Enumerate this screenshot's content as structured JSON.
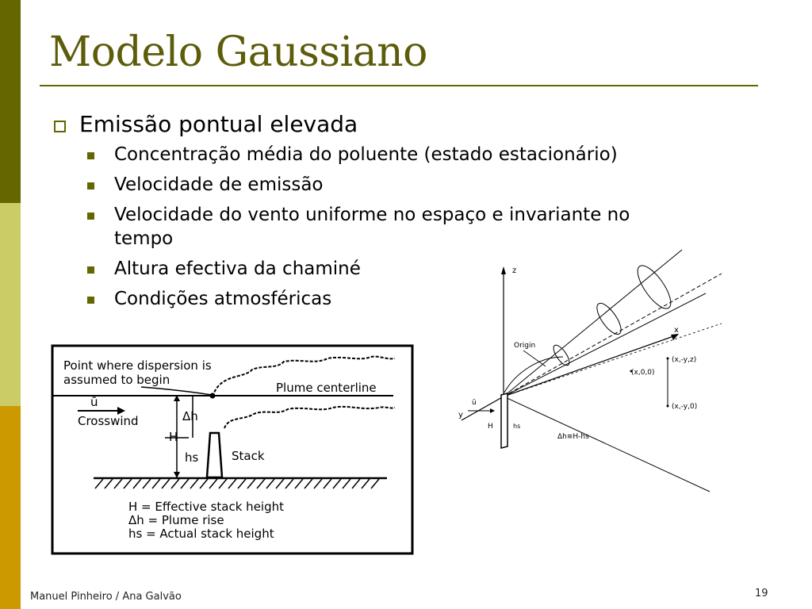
{
  "slide": {
    "title": "Modelo Gaussiano",
    "bullet_main": "Emissão pontual elevada",
    "sub_bullets": [
      "Concentração média do poluente (estado estacionário)",
      "Velocidade de emissão",
      "Velocidade do vento uniforme no espaço e invariante no",
      "tempo",
      "Altura efectiva da chaminé",
      "Condições atmosféricas"
    ],
    "footer": "Manuel Pinheiro / Ana Galvão",
    "page_number": "19"
  },
  "figure_left": {
    "note_line1": "Point where dispersion is",
    "note_line2": "assumed to begin",
    "wind_symbol": "ū",
    "wind_label": "Crosswind",
    "plume_label": "Plume centerline",
    "stack_label": "Stack",
    "dh_label": "Δh",
    "h_label": "H",
    "hs_label": "hs",
    "legend_1": "H  = Effective stack height",
    "legend_2": "Δh = Plume rise",
    "legend_3": "hs = Actual stack height"
  },
  "figure_right": {
    "z_label": "z",
    "x_label": "x",
    "y_label": "y",
    "origin_label": "Origin",
    "point_1": "(x,-y,z)",
    "point_2": "(x,0,0)",
    "point_3": "(x,-y,0)",
    "wind_symbol": "ū",
    "h_label": "H",
    "hs_label": "hs",
    "relation": "Δh≡H-hs"
  }
}
